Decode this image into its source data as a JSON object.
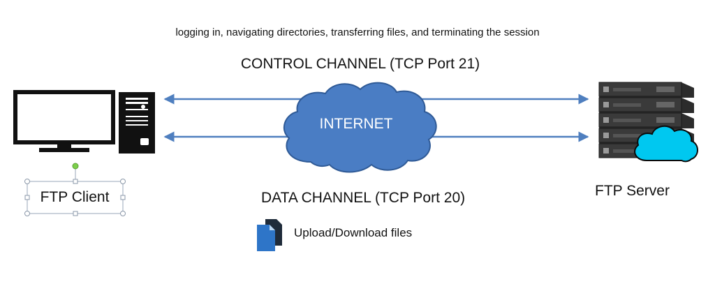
{
  "caption": "logging in, navigating directories, transferring files, and terminating the session",
  "control_channel_label": "CONTROL CHANNEL (TCP Port 21)",
  "data_channel_label": "DATA CHANNEL (TCP Port 20)",
  "client_label": "FTP Client",
  "server_label": "FTP Server",
  "internet_label": "INTERNET",
  "files_label": "Upload/Download  files",
  "colors": {
    "arrow": "#4f7fbf",
    "cloud_fill": "#4a7dc4",
    "cloud_stroke": "#2f5a96",
    "server_cloud": "#00c8f0",
    "device": "#111111",
    "doc_front": "#2e75c8",
    "doc_back": "#1f2b3a"
  },
  "icons": {
    "client": "desktop-computer-icon",
    "server": "server-rack-cloud-icon",
    "files": "documents-icon"
  }
}
